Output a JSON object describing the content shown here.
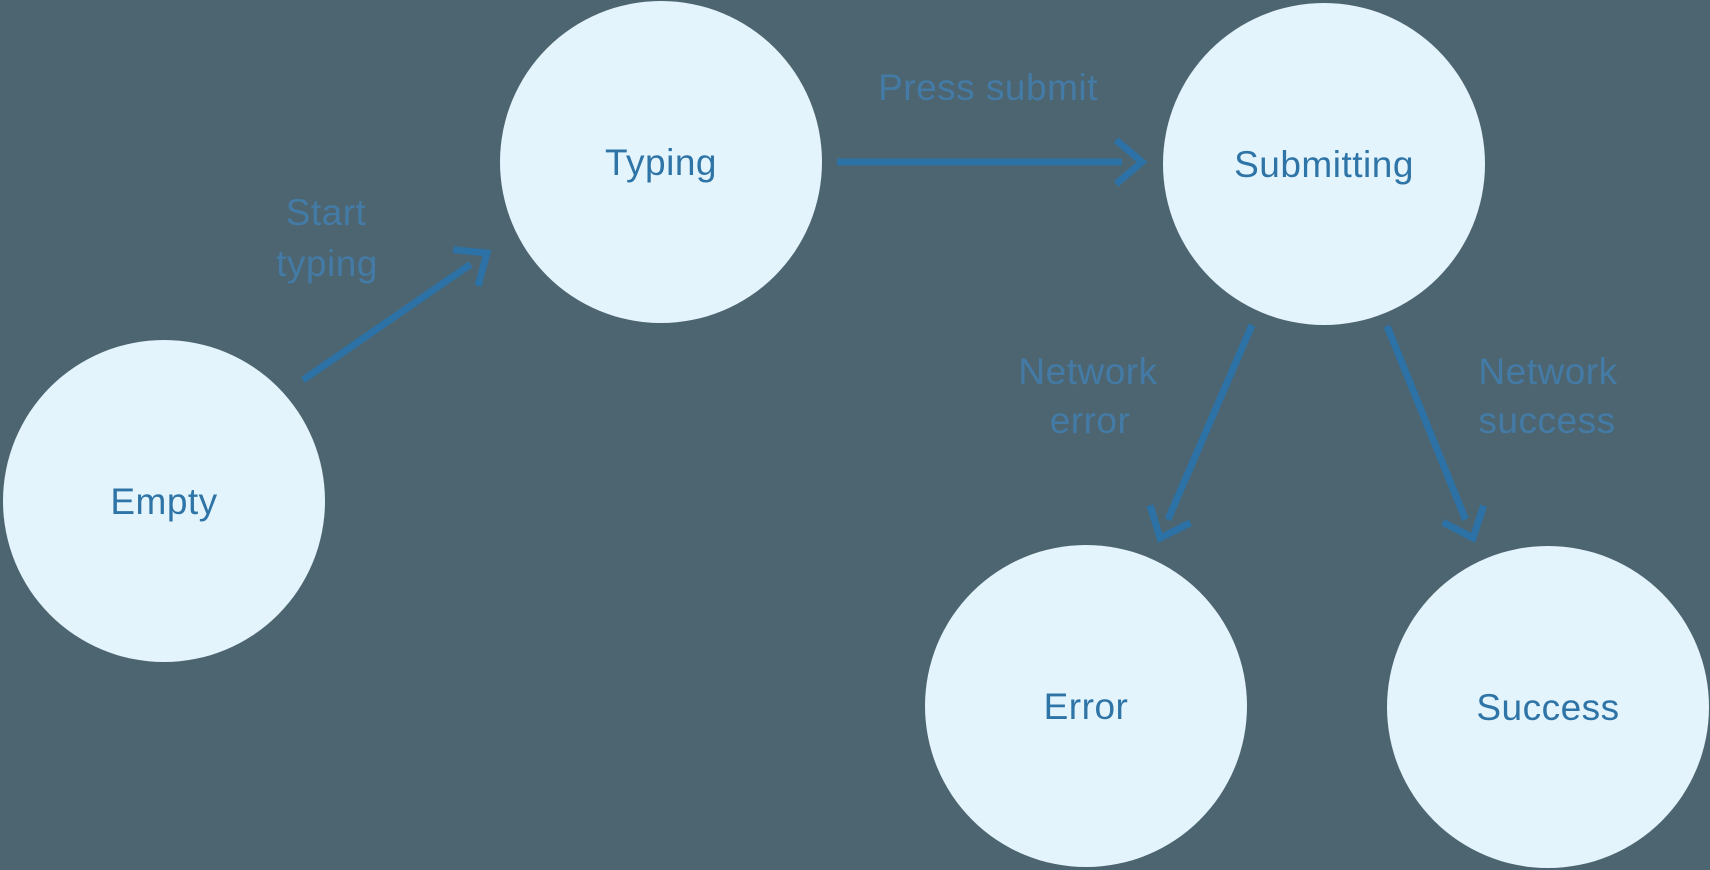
{
  "diagram": {
    "type": "state-machine",
    "states": [
      {
        "name": "Empty"
      },
      {
        "name": "Typing"
      },
      {
        "name": "Submitting"
      },
      {
        "name": "Error"
      },
      {
        "name": "Success"
      }
    ],
    "transitions": [
      {
        "from": "Empty",
        "to": "Typing",
        "label": "Start typing",
        "label_lines": [
          "Start",
          "typing"
        ]
      },
      {
        "from": "Typing",
        "to": "Submitting",
        "label": "Press submit",
        "label_lines": [
          "Press submit"
        ]
      },
      {
        "from": "Submitting",
        "to": "Error",
        "label": "Network error",
        "label_lines": [
          "Network",
          "error"
        ]
      },
      {
        "from": "Submitting",
        "to": "Success",
        "label": "Network success",
        "label_lines": [
          "Network",
          "success"
        ]
      }
    ],
    "colors": {
      "background": "#4D6570",
      "node_fill": "#E4F4FD",
      "node_text": "#2E74A6",
      "arrow": "#2C72A6",
      "transition_label": "#4180B2"
    }
  }
}
